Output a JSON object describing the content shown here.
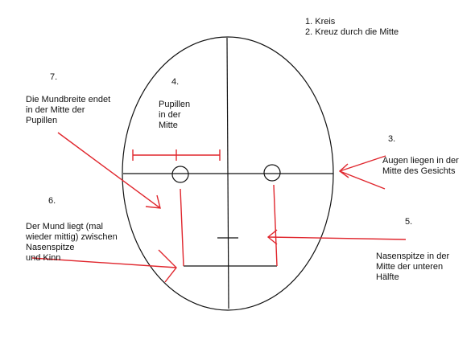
{
  "colors": {
    "ink": "#111111",
    "annotation": "#e0262d",
    "background": "#ffffff"
  },
  "steps": [
    {
      "id": "s1",
      "text": "1. Kreis\n2. Kreuz durch die Mitte"
    },
    {
      "id": "s3",
      "number": "3.",
      "text": "Augen liegen in der\nMitte des Gesichts"
    },
    {
      "id": "s4",
      "number": "4.",
      "text": "Pupillen\nin der\nMitte"
    },
    {
      "id": "s5",
      "number": "5.",
      "text": "Nasenspitze in der\nMitte der unteren\nHälfte"
    },
    {
      "id": "s6",
      "number": "6.",
      "text": "Der Mund liegt  (mal\nwieder mittig) zwischen\nNasenspitze\nund Kinn"
    },
    {
      "id": "s7",
      "number": "7.",
      "text": "Die Mundbreite endet\nin der Mitte der\nPupillen"
    }
  ]
}
